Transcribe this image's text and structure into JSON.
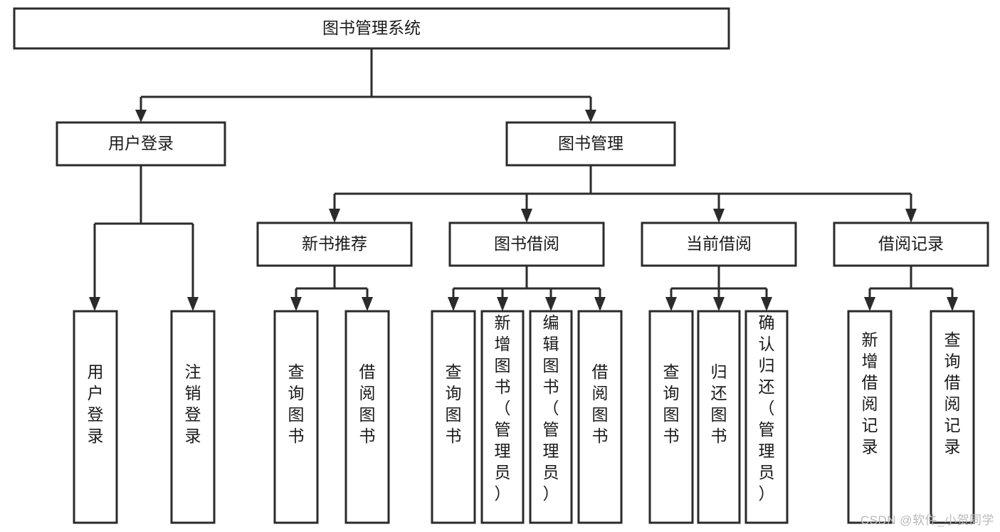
{
  "diagram": {
    "type": "tree-flowchart",
    "title": "图书管理系统",
    "watermark": "CSDN @软件_小贺同学",
    "colors": {
      "box_stroke": "#2b2b2b",
      "box_fill": "#ffffff",
      "text": "#1a1a1a",
      "background": "#ffffff",
      "watermark_text": "#b9b9b9"
    },
    "root": {
      "label": "图书管理系统"
    },
    "level2": [
      {
        "label": "用户登录"
      },
      {
        "label": "图书管理"
      }
    ],
    "level3": [
      {
        "label": "新书推荐"
      },
      {
        "label": "图书借阅"
      },
      {
        "label": "当前借阅"
      },
      {
        "label": "借阅记录"
      }
    ],
    "leaves": {
      "user_login": [
        {
          "label": "用户登录"
        },
        {
          "label": "注销登录"
        }
      ],
      "new_book_recommend": [
        {
          "label": "查询图书"
        },
        {
          "label": "借阅图书"
        }
      ],
      "book_borrow": [
        {
          "label": "查询图书"
        },
        {
          "label": "新增图书（管理员）"
        },
        {
          "label": "编辑图书（管理员）"
        },
        {
          "label": "借阅图书"
        }
      ],
      "current_borrow": [
        {
          "label": "查询图书"
        },
        {
          "label": "归还图书"
        },
        {
          "label": "确认归还（管理员）"
        }
      ],
      "borrow_record": [
        {
          "label": "新增借阅记录"
        },
        {
          "label": "查询借阅记录"
        }
      ]
    }
  }
}
